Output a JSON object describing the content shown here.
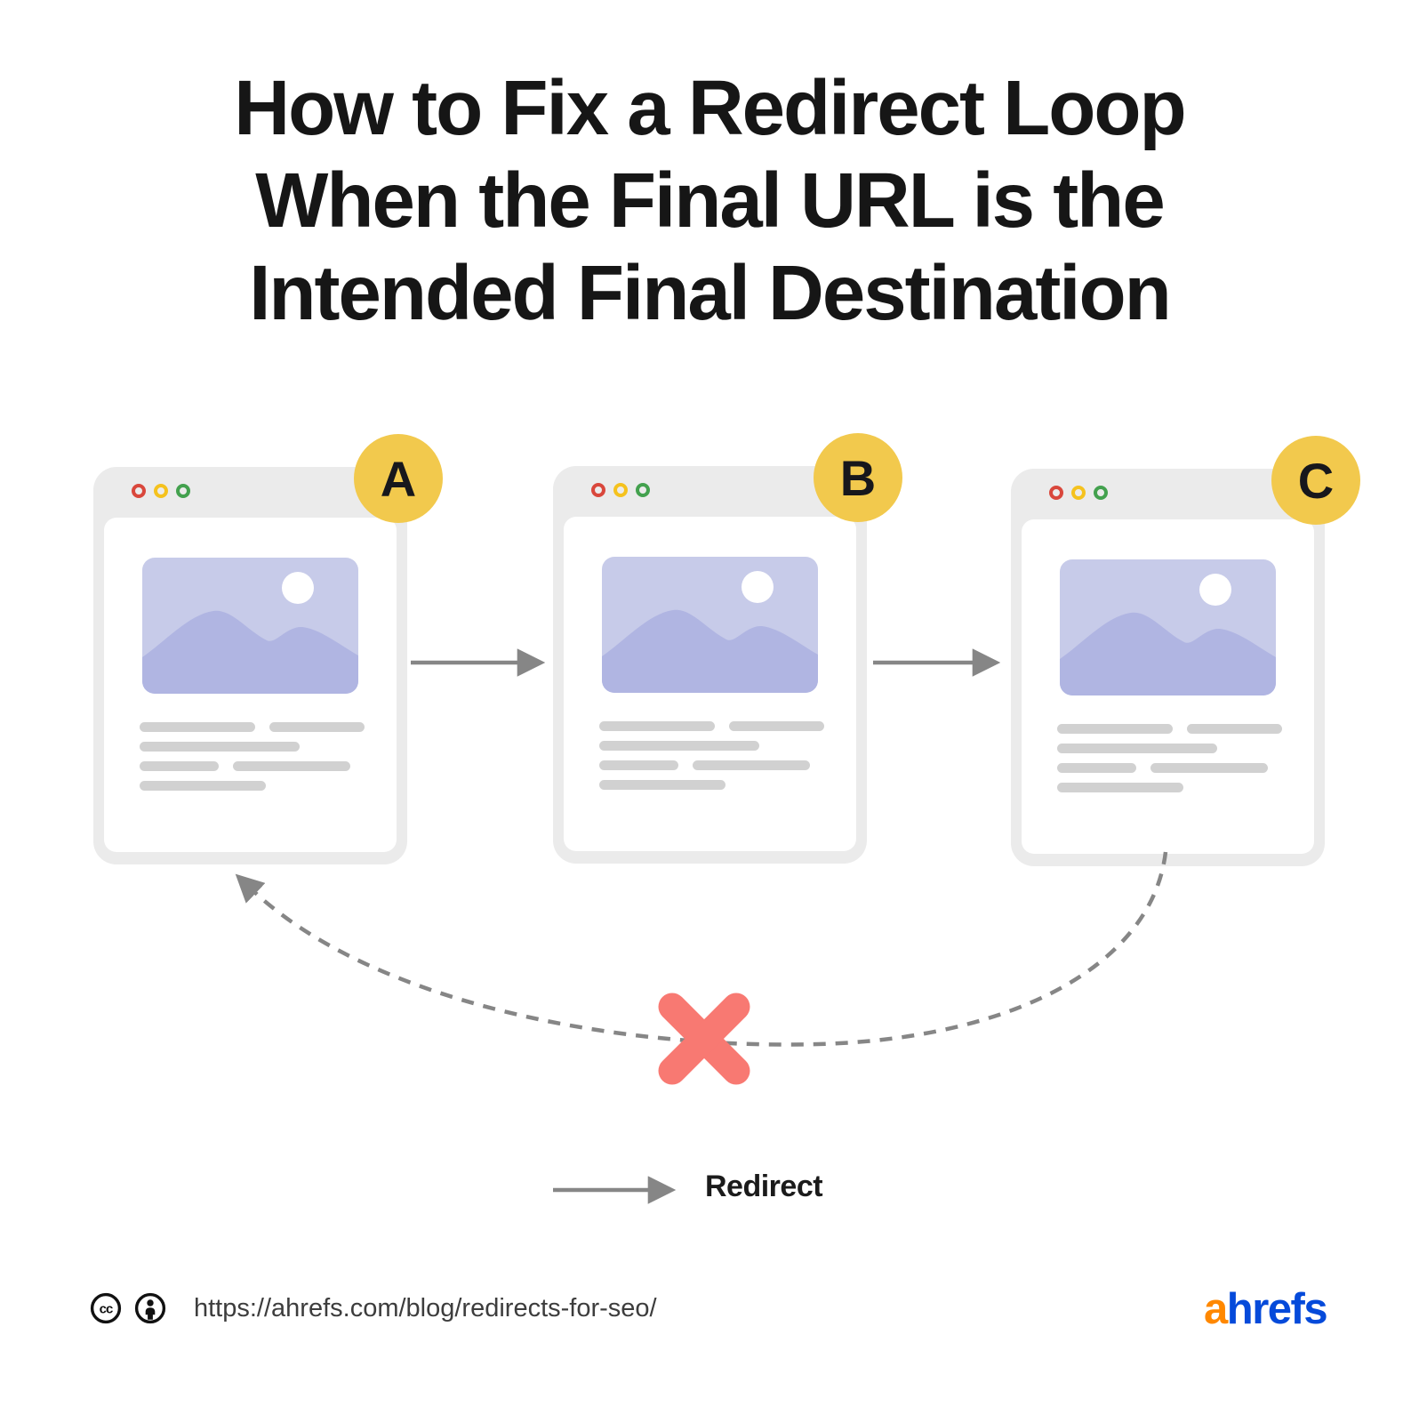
{
  "title": {
    "lines": [
      "How to Fix a Redirect Loop",
      "When the Final URL is the",
      "Intended Final Destination"
    ]
  },
  "diagram": {
    "windows": [
      {
        "badge": "A"
      },
      {
        "badge": "B"
      },
      {
        "badge": "C"
      }
    ],
    "redirects": [
      "A to B",
      "B to C"
    ],
    "loop": "dashed return path from C back to A marked blocked with red X"
  },
  "legend": {
    "label": "Redirect"
  },
  "footer": {
    "url": "https://ahrefs.com/blog/redirects-for-seo/",
    "brand": {
      "prefix": "a",
      "suffix": "hrefs"
    }
  },
  "icons": {
    "license": [
      "cc-icon",
      "attribution-person-icon"
    ],
    "window_controls": [
      "traffic-light-red-icon",
      "traffic-light-yellow-icon",
      "traffic-light-green-icon"
    ],
    "connectors": [
      "redirect-arrow-icon",
      "loop-dashed-arrow-icon",
      "blocked-x-icon"
    ],
    "content": [
      "image-placeholder-icon"
    ]
  },
  "colors": {
    "badge_yellow": "#F2C94D",
    "blocked_red": "#F87972",
    "arrow_gray": "#868686",
    "window_frame": "#EBEBEB",
    "placeholder_sky": "#C7CBE9",
    "placeholder_mountain": "#B0B5E2",
    "pill_gray": "#D1D1D1",
    "traffic_red": "#D9473C",
    "traffic_yellow": "#F5C21E",
    "traffic_green": "#43A14E",
    "brand_orange": "#FF8800",
    "brand_blue": "#054ADA",
    "title_text": "#161616"
  }
}
